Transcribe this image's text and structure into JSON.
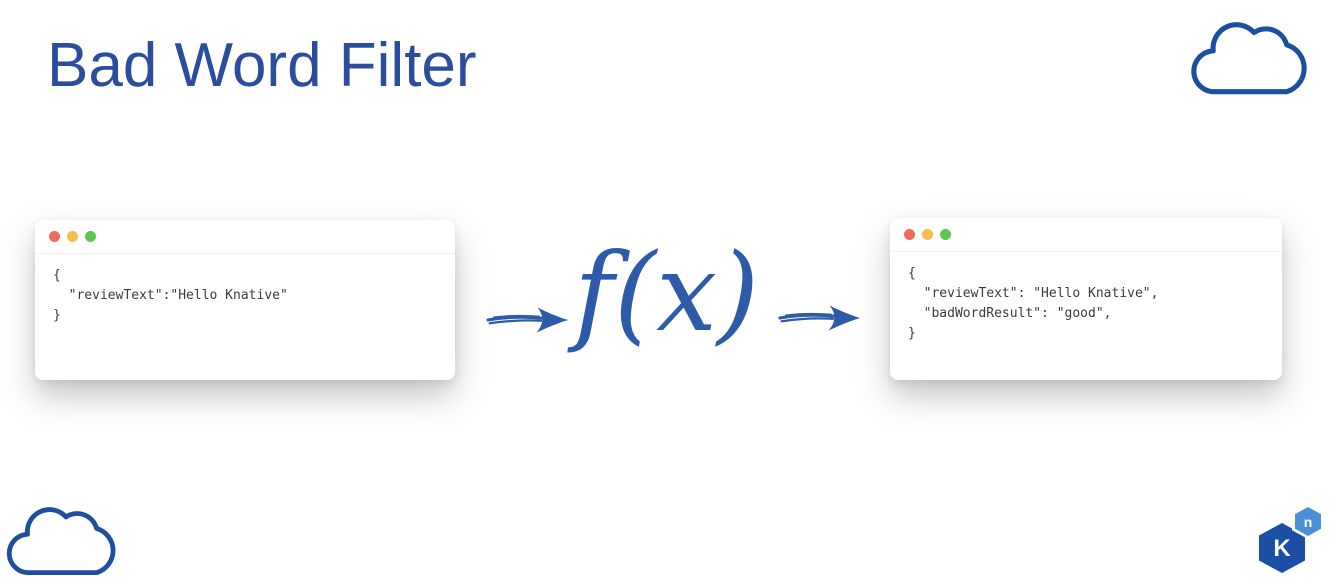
{
  "slide": {
    "title": "Bad Word Filter",
    "function_label": "f(x)"
  },
  "input_window": {
    "lines": [
      "{",
      "  \"reviewText\":\"Hello Knative\"",
      "}"
    ]
  },
  "output_window": {
    "lines": [
      "{",
      "  \"reviewText\": \"Hello Knative\",",
      "  \"badWordResult\": \"good\",",
      "}"
    ]
  },
  "logo": {
    "main_letter": "K",
    "badge_letter": "n"
  },
  "icons": {
    "cloud_top_right": "cloud-outline",
    "cloud_bottom_left": "cloud-outline",
    "arrows": [
      "hand-drawn-right-arrow",
      "hand-drawn-right-arrow"
    ],
    "traffic_lights": [
      "close",
      "minimize",
      "maximize"
    ]
  },
  "colors": {
    "title_color": "#2a4d9e",
    "accent_color": "#2d5aa9",
    "cloud_color": "#1d4fa1",
    "traffic_red": "#ee6a5f",
    "traffic_yellow": "#f5bd4f",
    "traffic_green": "#61c554",
    "logo_main": "#1a4fa5",
    "logo_badge": "#4a90d9"
  }
}
